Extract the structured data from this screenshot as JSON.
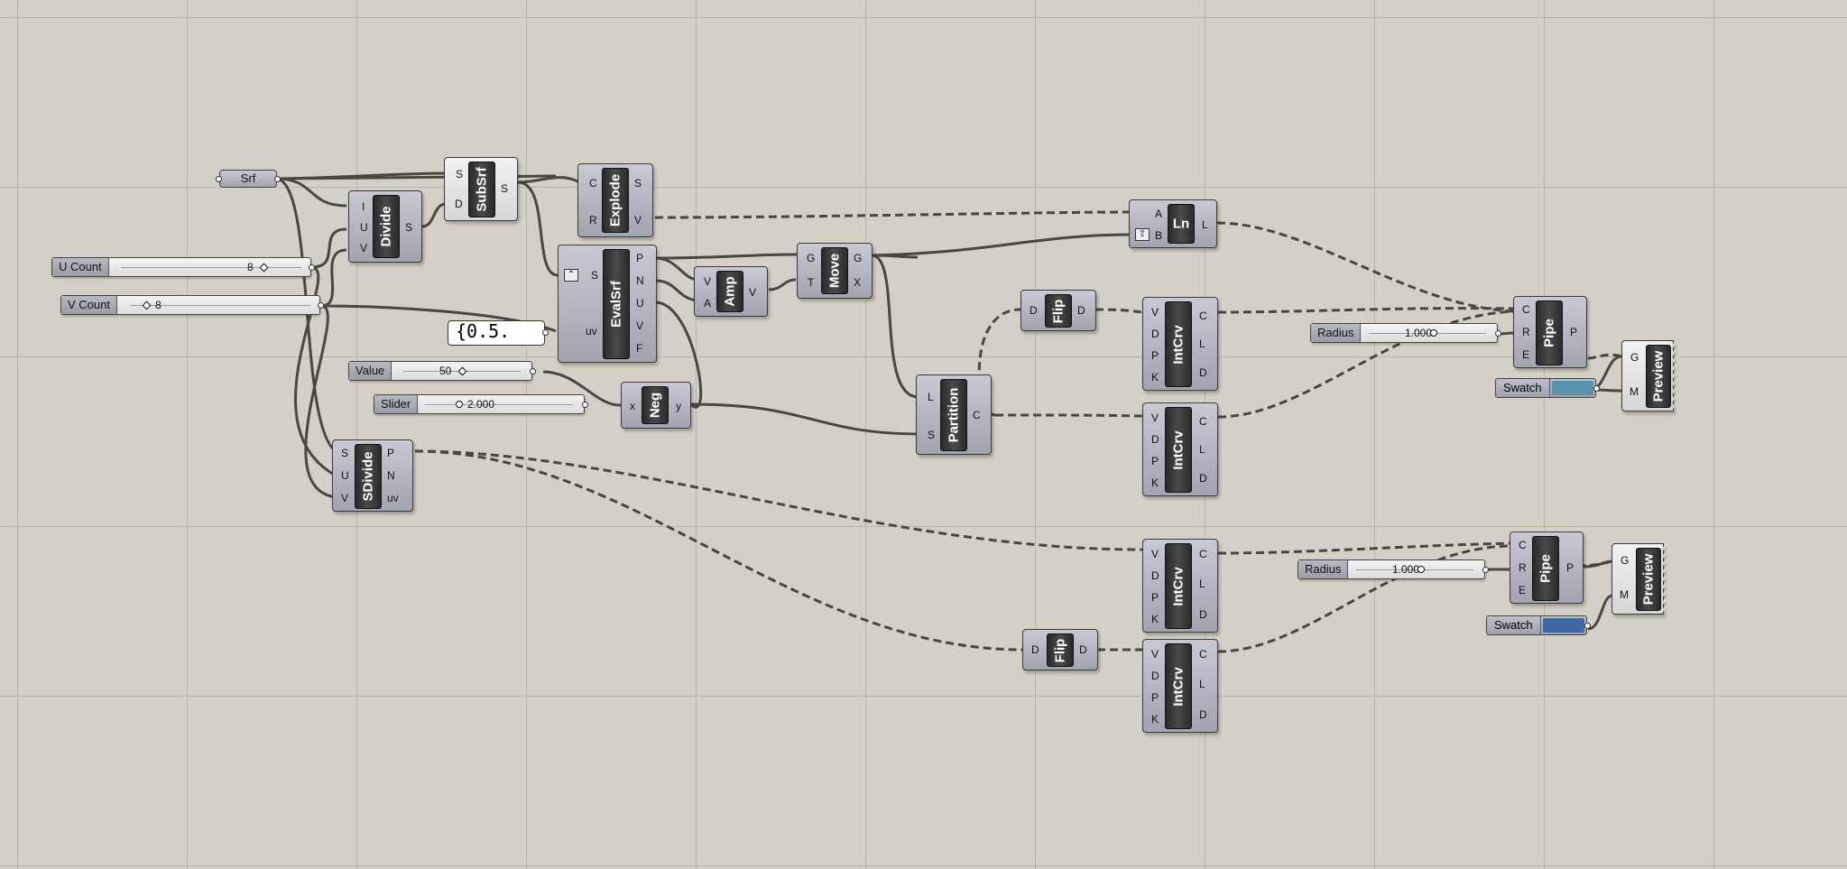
{
  "components": {
    "srf": {
      "label": "Srf"
    },
    "divide": {
      "title": "Divide",
      "inputs": [
        "I",
        "U",
        "V"
      ],
      "outputs": [
        "S"
      ]
    },
    "subsrf": {
      "title": "SubSrf",
      "inputs": [
        "S",
        "D"
      ],
      "outputs": [
        "S"
      ]
    },
    "explode": {
      "title": "Explode",
      "inputs": [
        "C",
        "R"
      ],
      "outputs": [
        "S",
        "V"
      ]
    },
    "evalsrf": {
      "title": "EvalSrf",
      "inputs": [
        "S",
        "uv"
      ],
      "outputs": [
        "P",
        "N",
        "U",
        "V",
        "F"
      ]
    },
    "amp": {
      "title": "Amp",
      "inputs": [
        "V",
        "A"
      ],
      "outputs": [
        "V"
      ]
    },
    "move": {
      "title": "Move",
      "inputs": [
        "G",
        "T"
      ],
      "outputs": [
        "G",
        "X"
      ]
    },
    "ln": {
      "title": "Ln",
      "inputs": [
        "A",
        "B"
      ],
      "outputs": [
        "L"
      ]
    },
    "neg": {
      "title": "Neg",
      "inputs": [
        "x"
      ],
      "outputs": [
        "y"
      ]
    },
    "partition": {
      "title": "Partition",
      "inputs": [
        "L",
        "S"
      ],
      "outputs": [
        "C"
      ]
    },
    "flip1": {
      "title": "Flip",
      "inputs": [
        "D"
      ],
      "outputs": [
        "D"
      ]
    },
    "flip2": {
      "title": "Flip",
      "inputs": [
        "D"
      ],
      "outputs": [
        "D"
      ]
    },
    "intcrv1": {
      "title": "IntCrv",
      "inputs": [
        "V",
        "D",
        "P",
        "K"
      ],
      "outputs": [
        "C",
        "L",
        "D"
      ]
    },
    "intcrv2": {
      "title": "IntCrv",
      "inputs": [
        "V",
        "D",
        "P",
        "K"
      ],
      "outputs": [
        "C",
        "L",
        "D"
      ]
    },
    "intcrv3": {
      "title": "IntCrv",
      "inputs": [
        "V",
        "D",
        "P",
        "K"
      ],
      "outputs": [
        "C",
        "L",
        "D"
      ]
    },
    "intcrv4": {
      "title": "IntCrv",
      "inputs": [
        "V",
        "D",
        "P",
        "K"
      ],
      "outputs": [
        "C",
        "L",
        "D"
      ]
    },
    "sdivide": {
      "title": "SDivide",
      "inputs": [
        "S",
        "U",
        "V"
      ],
      "outputs": [
        "P",
        "N",
        "uv"
      ]
    },
    "pipe1": {
      "title": "Pipe",
      "inputs": [
        "C",
        "R",
        "E"
      ],
      "outputs": [
        "P"
      ]
    },
    "pipe2": {
      "title": "Pipe",
      "inputs": [
        "C",
        "R",
        "E"
      ],
      "outputs": [
        "P"
      ]
    },
    "preview1": {
      "title": "Preview",
      "inputs": [
        "G",
        "M"
      ]
    },
    "preview2": {
      "title": "Preview",
      "inputs": [
        "G",
        "M"
      ]
    }
  },
  "sliders": {
    "ucount": {
      "label": "U Count",
      "value": "8"
    },
    "vcount": {
      "label": "V Count",
      "value": "8"
    },
    "value": {
      "label": "Value",
      "value": "50"
    },
    "slider": {
      "label": "Slider",
      "value": "2.000"
    },
    "radius1": {
      "label": "Radius",
      "value": "1.000"
    },
    "radius2": {
      "label": "Radius",
      "value": "1.000"
    }
  },
  "panel": {
    "text": "{0.5."
  },
  "swatches": {
    "swatch1": {
      "label": "Swatch",
      "color": "#5a92ad"
    },
    "swatch2": {
      "label": "Swatch",
      "color": "#3d6aa6"
    }
  },
  "colors": {
    "canvas": "#d4d0c8",
    "grid": "#b9b5ad",
    "wire": "#4a4743"
  }
}
